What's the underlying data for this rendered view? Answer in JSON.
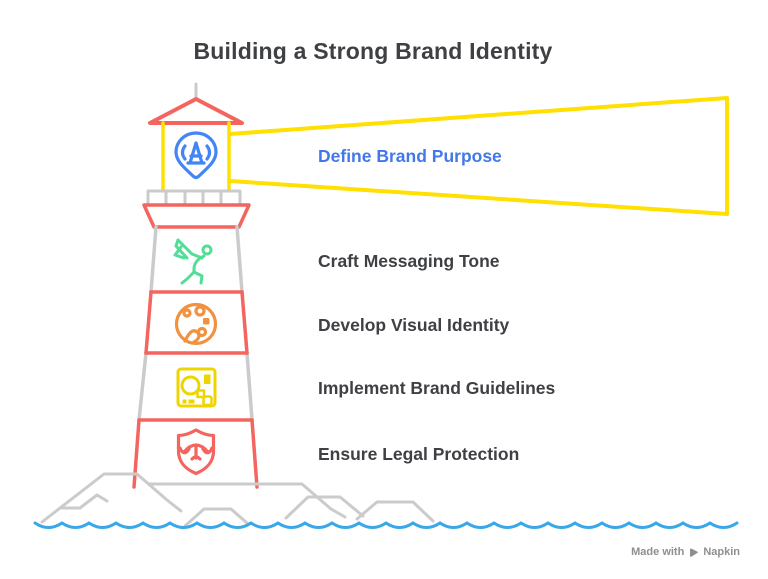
{
  "title": "Building a Strong Brand Identity",
  "steps": [
    {
      "label": "Define Brand Purpose",
      "icon": "location-pin-lighthouse-icon",
      "color": "#4478EA"
    },
    {
      "label": "Craft Messaging Tone",
      "icon": "trumpet-announcer-icon",
      "color": "#3E4043"
    },
    {
      "label": "Develop Visual Identity",
      "icon": "paint-palette-icon",
      "color": "#3E4043"
    },
    {
      "label": "Implement Brand Guidelines",
      "icon": "brand-guidelines-icon",
      "color": "#3E4043"
    },
    {
      "label": "Ensure Legal Protection",
      "icon": "legal-shield-icon",
      "color": "#3E4043"
    }
  ],
  "watermark": {
    "made_with": "Made with",
    "brand": "Napkin"
  },
  "palette": {
    "lighthouse_red": "#F4655F",
    "beam_yellow": "#FFE000",
    "icon_yellow": "#EED500",
    "icon_green": "#52DE97",
    "icon_orange": "#F0923F",
    "icon_blue": "#4285F4",
    "accent_text_blue": "#4478EA",
    "dark_text": "#3E4043",
    "structure_gray": "#CBCBCB",
    "water_blue": "#3AA7E9",
    "watermark_gray": "#8F8F8F"
  }
}
